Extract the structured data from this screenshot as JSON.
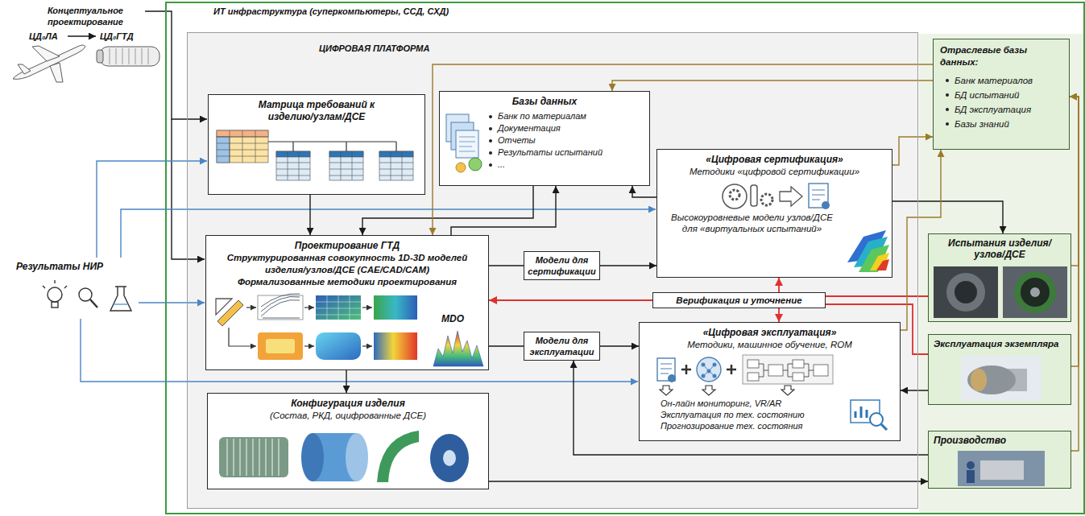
{
  "diagram": {
    "nodes": [
      {
        "text": [
          "ИТ инфраструктура (суперкомпьютеры, ССД, СХД)"
        ]
      },
      {
        "text": [
          "ЦИФРОВАЯ ПЛАТФОРМА"
        ],
        "in": 0
      },
      {
        "text": [
          "Матрица требований к изделию/узлам/ДСЕ"
        ],
        "in": 1
      },
      {
        "text": [
          "Базы данных",
          "Банк по материалам",
          "Документация",
          "Отчеты",
          "Результаты испытаний",
          "..."
        ],
        "in": 1
      },
      {
        "text": [
          "«Цифровая сертификация»",
          "Методики «цифровой сертификации»",
          "Высокоуровневые модели узлов/ДСЕ для «виртуальных испытаний»"
        ],
        "in": 1
      },
      {
        "text": [
          "Проектирование ГТД",
          "Структурированная совокупность 1D-3D моделей изделия/узлов/ДСЕ (CAE/CAD/CAM)",
          "Формализованные методики проектирования",
          "MDO"
        ],
        "in": 1
      },
      {
        "text": [
          "Модели для сертификации"
        ],
        "in": 1
      },
      {
        "text": [
          "Верификация и уточнение"
        ],
        "in": 1
      },
      {
        "text": [
          "Модели для эксплуатации"
        ],
        "in": 1
      },
      {
        "text": [
          "«Цифровая эксплуатация»",
          "Методики, машинное обучение, ROM",
          "Он-лайн мониторинг, VR/AR",
          "Эксплуатация по тех. состоянию",
          "Прогнозирование тех. состояния"
        ],
        "in": 1
      },
      {
        "text": [
          "Конфигурация изделия",
          "(Состав, РКД, оцифрованные ДСЕ)"
        ],
        "in": 1
      },
      {
        "text": [
          "Отраслевые базы данных:",
          "Банк материалов",
          "БД испытаний",
          "БД эксплуатация",
          "Базы знаний"
        ],
        "in": 0
      },
      {
        "text": [
          "Испытания изделия/узлов/ДСЕ"
        ],
        "in": 0
      },
      {
        "text": [
          "Эксплуатация экземпляра"
        ],
        "in": 0
      },
      {
        "text": [
          "Производство"
        ],
        "in": 0
      }
    ],
    "edges": [
      {
        "from": 2,
        "to": 5,
        "arrow": "to"
      },
      {
        "from": 3,
        "to": 5,
        "arrow": "to"
      },
      {
        "from": 5,
        "to": 3,
        "arrow": "to"
      },
      {
        "from": 11,
        "to": 5,
        "arrow": "to"
      },
      {
        "from": 11,
        "to": 3,
        "arrow": "to"
      },
      {
        "from": 4,
        "to": 11,
        "arrow": "to"
      },
      {
        "from": 4,
        "to": 12,
        "arrow": "to"
      },
      {
        "from": 4,
        "to": 3,
        "arrow": "to"
      },
      {
        "from": 5,
        "to": 6,
        "arrow": "none"
      },
      {
        "from": 6,
        "to": 4,
        "arrow": "to"
      },
      {
        "from": 5,
        "to": 8,
        "arrow": "none"
      },
      {
        "from": 8,
        "to": 9,
        "arrow": "to"
      },
      {
        "from": 5,
        "to": 10,
        "arrow": "to"
      },
      {
        "from": 10,
        "to": 14,
        "arrow": "to"
      },
      {
        "from": 14,
        "to": 8,
        "arrow": "to"
      },
      {
        "from": 13,
        "to": 9,
        "arrow": "to"
      },
      {
        "from": 7,
        "to": 5,
        "arrow": "to"
      },
      {
        "from": 7,
        "to": 4,
        "arrow": "to"
      },
      {
        "from": 7,
        "to": 9,
        "arrow": "to"
      },
      {
        "from": 12,
        "to": 7,
        "arrow": "none"
      },
      {
        "from": 13,
        "to": 7,
        "arrow": "none"
      },
      {
        "from": 12,
        "to": 11,
        "arrow": "to"
      },
      {
        "from": 13,
        "to": 11,
        "arrow": "to"
      },
      {
        "from": 14,
        "to": 11,
        "arrow": "to"
      },
      {
        "from": 9,
        "to": 11,
        "arrow": "to"
      }
    ],
    "labels": [
      "Концептуальное проектирование",
      "ЦД₀ЛА",
      "ЦД₀ГТД",
      "Результаты НИР"
    ]
  }
}
